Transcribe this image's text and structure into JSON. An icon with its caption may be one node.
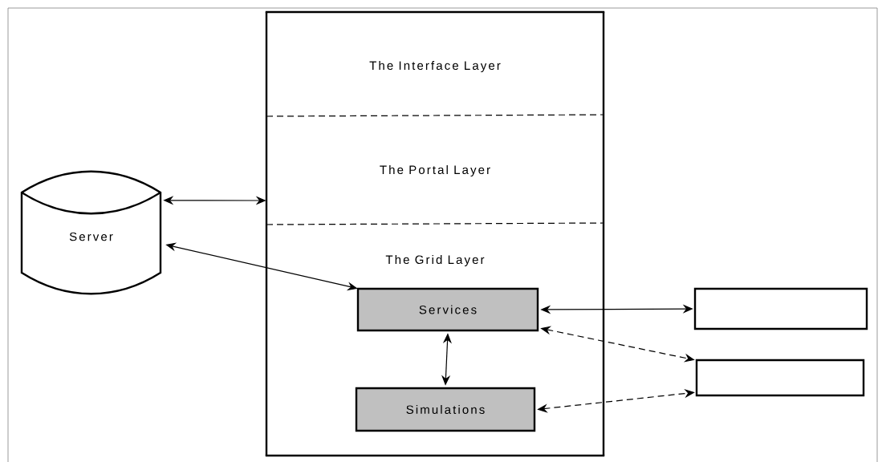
{
  "diagram": {
    "nodes": [
      {
        "text": [
          "The Interface Layer"
        ]
      },
      {
        "text": [
          "The Portal Layer"
        ]
      },
      {
        "text": [
          "The Grid Layer"
        ]
      },
      {
        "text": [
          "Services"
        ],
        "in": 2
      },
      {
        "text": [
          "Simulations"
        ],
        "in": 2
      },
      {
        "text": [
          "Server"
        ]
      },
      {
        "text": [],
        "shape": "box"
      },
      {
        "text": [],
        "shape": "box"
      }
    ],
    "edges": [
      {
        "from": 5,
        "to": 1,
        "arrow": "both"
      },
      {
        "from": 5,
        "to": 3,
        "arrow": "both"
      },
      {
        "from": 3,
        "to": 6,
        "arrow": "both"
      },
      {
        "from": 3,
        "to": 7,
        "arrow": "both",
        "style": "dashed"
      },
      {
        "from": 3,
        "to": 4,
        "arrow": "both"
      },
      {
        "from": 4,
        "to": 7,
        "arrow": "both",
        "style": "dashed"
      }
    ]
  }
}
